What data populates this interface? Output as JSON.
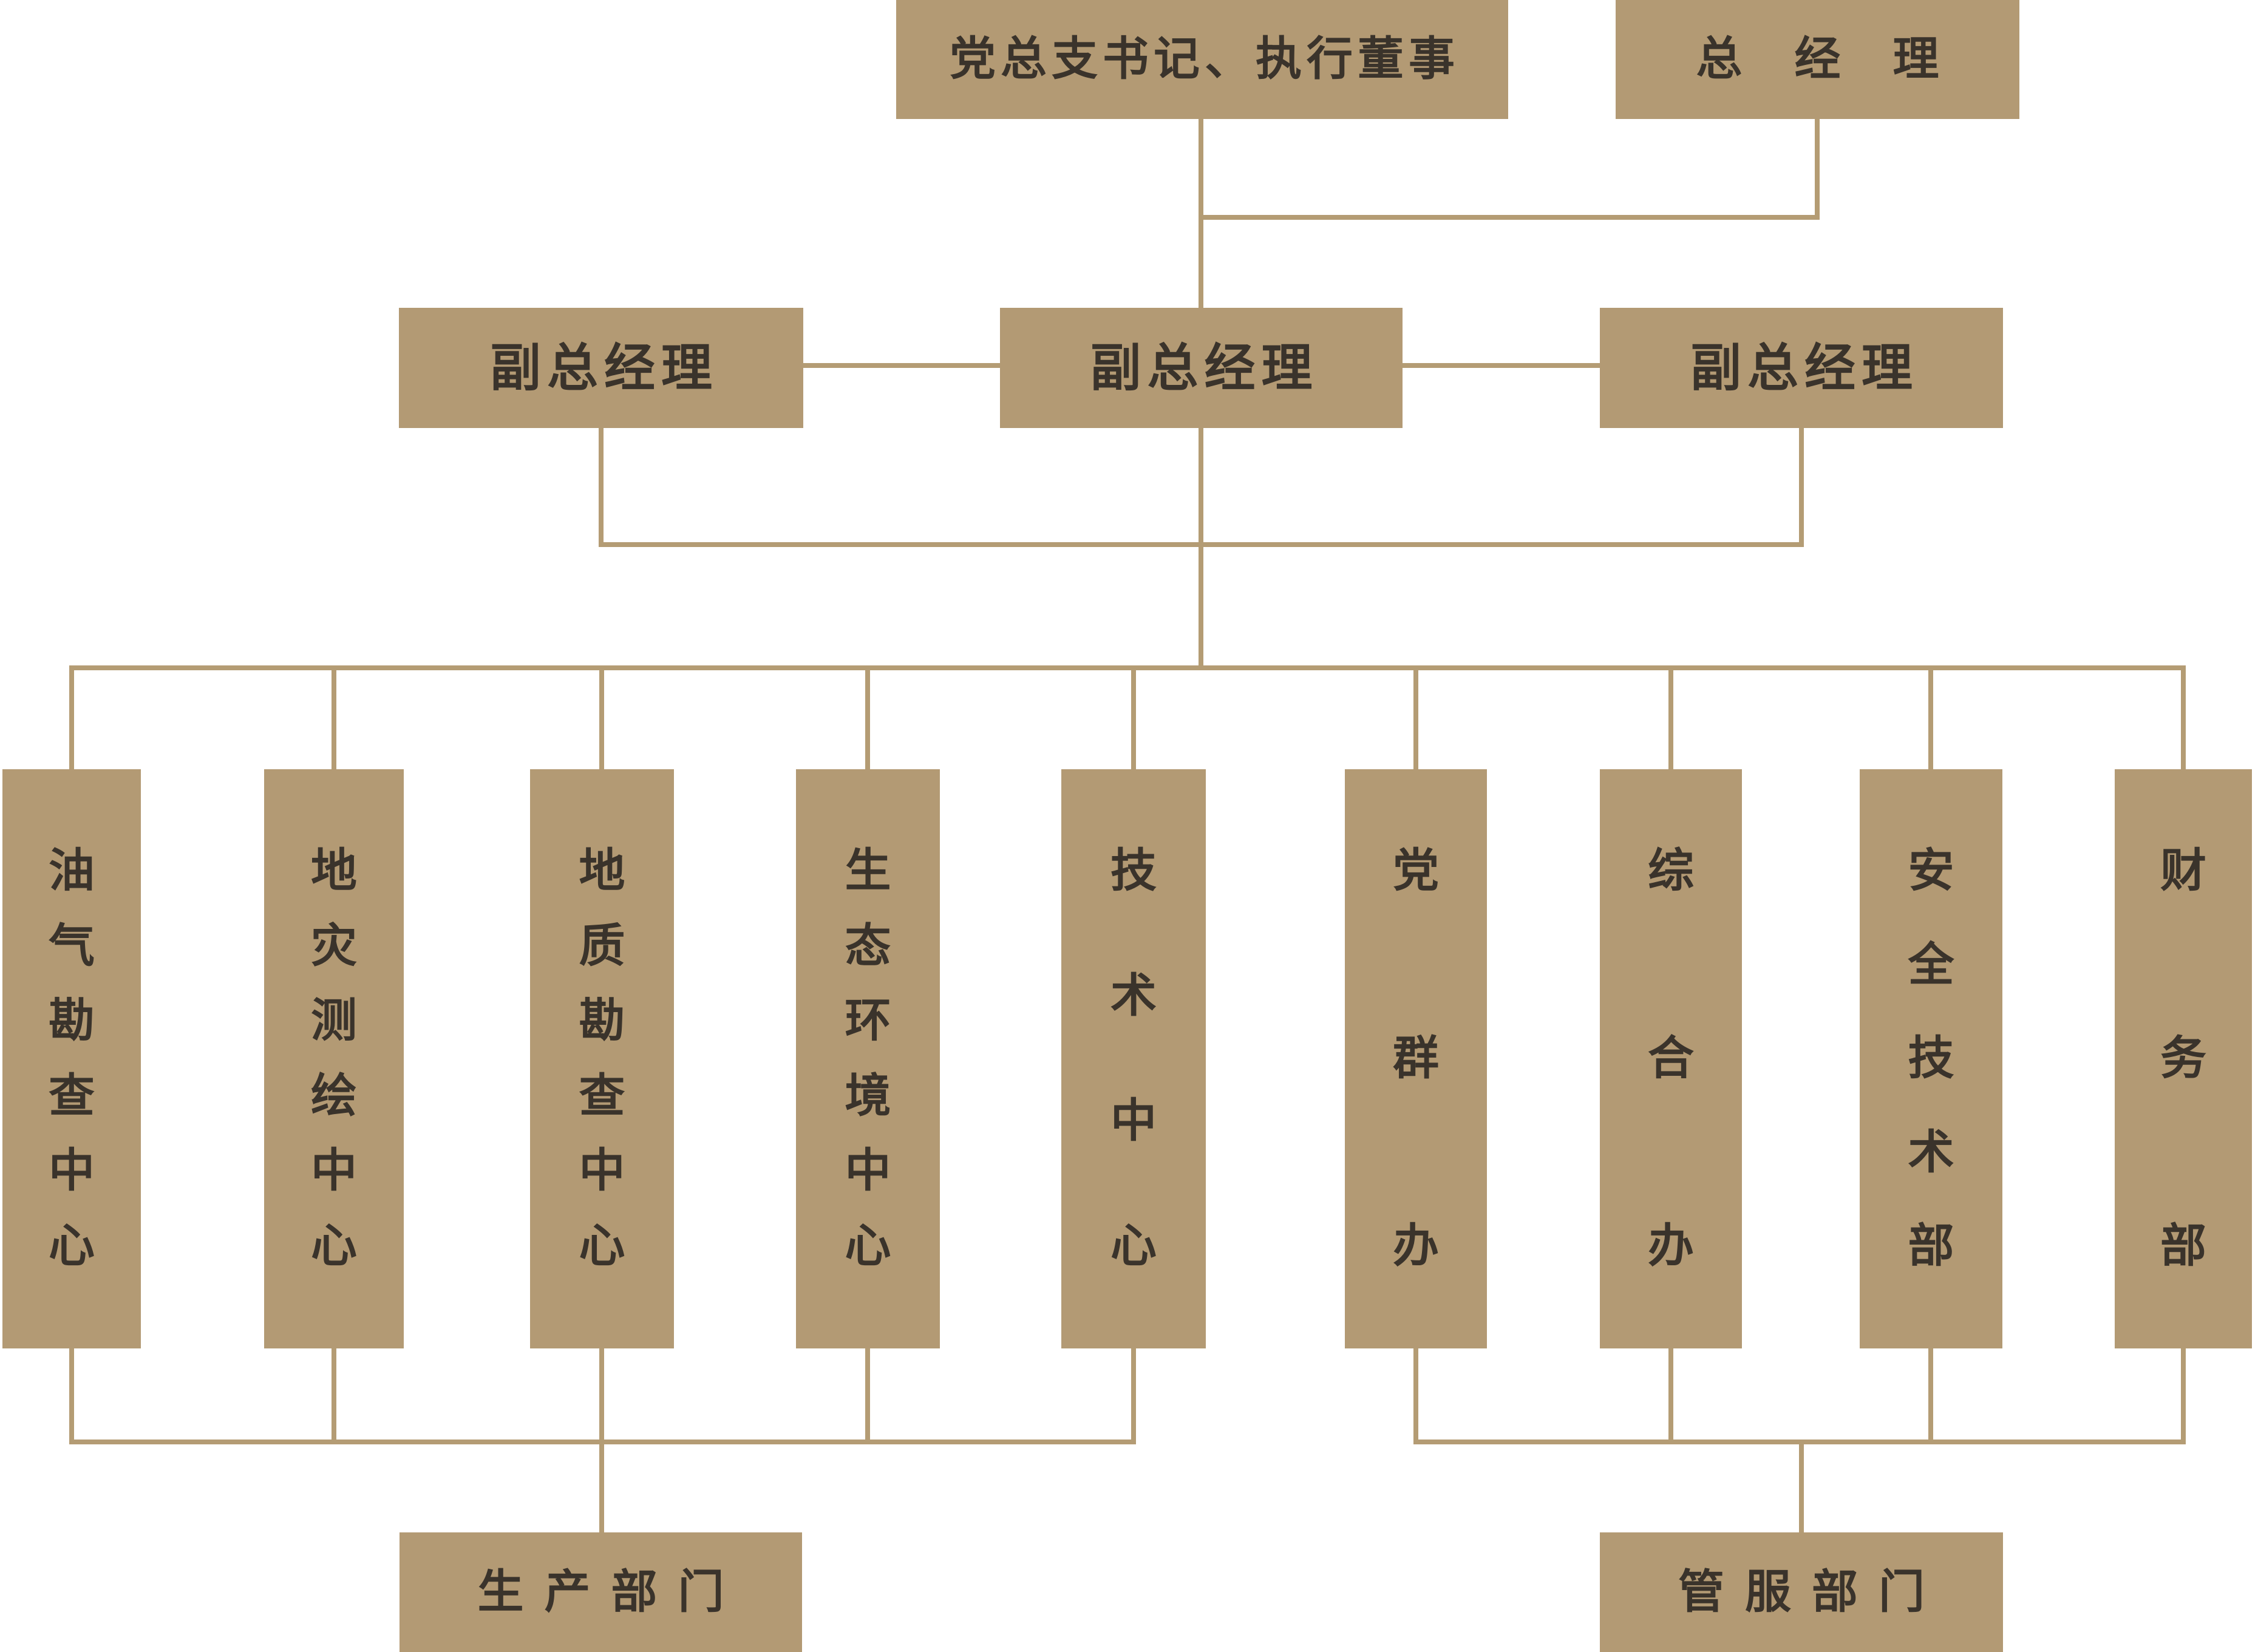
{
  "colors": {
    "box_fill": "#b39a74",
    "connector_line": "#b49c74",
    "text_dark": "#3a332b",
    "page_background": "#ffffff"
  },
  "top_row": {
    "party_secretary_label": "党总支书记、执行董事",
    "general_manager_label": "总经理"
  },
  "deputy_row": {
    "deputy_left_label": "副总经理",
    "deputy_middle_label": "副总经理",
    "deputy_right_label": "副总经理"
  },
  "departments": [
    {
      "label": "油气勘查中心"
    },
    {
      "label": "地灾测绘中心"
    },
    {
      "label": "地质勘查中心"
    },
    {
      "label": "生态环境中心"
    },
    {
      "label": "技术中心"
    },
    {
      "label": "党群办"
    },
    {
      "label": "综合办"
    },
    {
      "label": "安全技术部"
    },
    {
      "label": "财务部"
    }
  ],
  "group_row": {
    "production_label": "生产部门",
    "management_service_label": "管服部门"
  }
}
